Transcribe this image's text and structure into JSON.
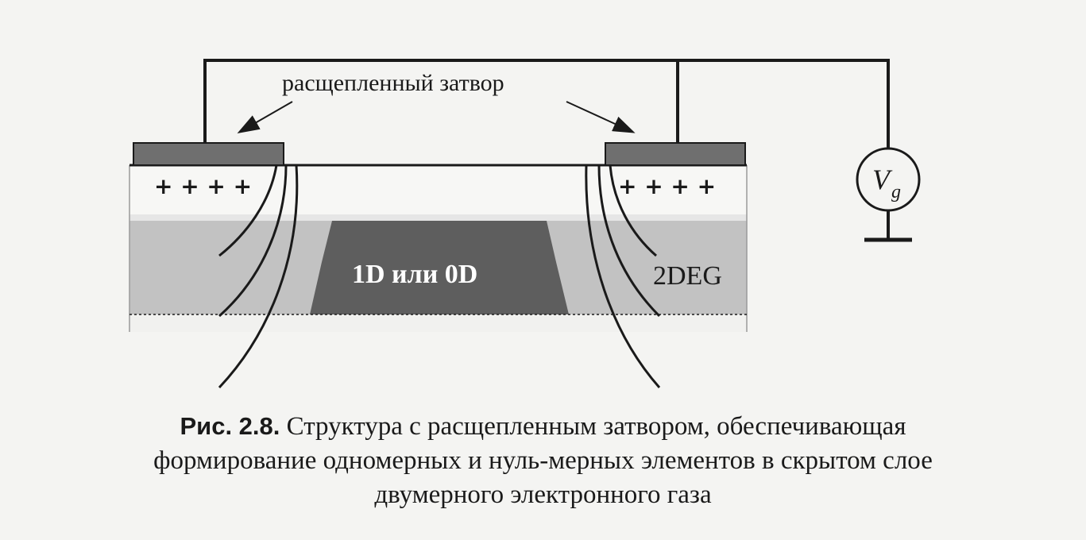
{
  "diagram": {
    "gate_label": "расщепленный затвор",
    "plus_signs": "+ + + +",
    "region_label": "1D или 0D",
    "deg_label": "2DEG",
    "voltmeter": {
      "symbol": "V",
      "subscript": "g"
    },
    "colors": {
      "background": "#f4f4f2",
      "gate_metal": "#6f6f6f",
      "top_layer": "#f7f7f5",
      "spacer_layer": "#e6e6e6",
      "heterostructure": "#c2c2c2",
      "depletion_region": "#5e5e5e",
      "lines": "#1a1a1a"
    }
  },
  "caption": {
    "figure_label": "Рис. 2.8.",
    "line1": "Структура с расщепленным затвором, обеспечивающая",
    "line2": "формирование одномерных и нуль-мерных элементов в скрытом слое",
    "line3": "двумерного электронного газа"
  }
}
